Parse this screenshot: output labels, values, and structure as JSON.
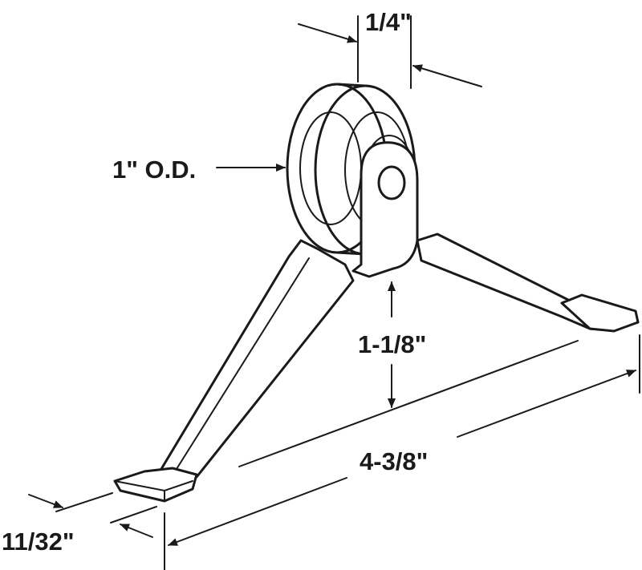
{
  "diagram": {
    "type": "technical-line-drawing",
    "line_color": "#1a1a1a",
    "background": "#ffffff",
    "dimensions": {
      "width": "1/4\"",
      "diameter": "1\" O.D.",
      "height": "1-1/8\"",
      "length": "4-3/8\"",
      "foot_width": "11/32\""
    }
  }
}
